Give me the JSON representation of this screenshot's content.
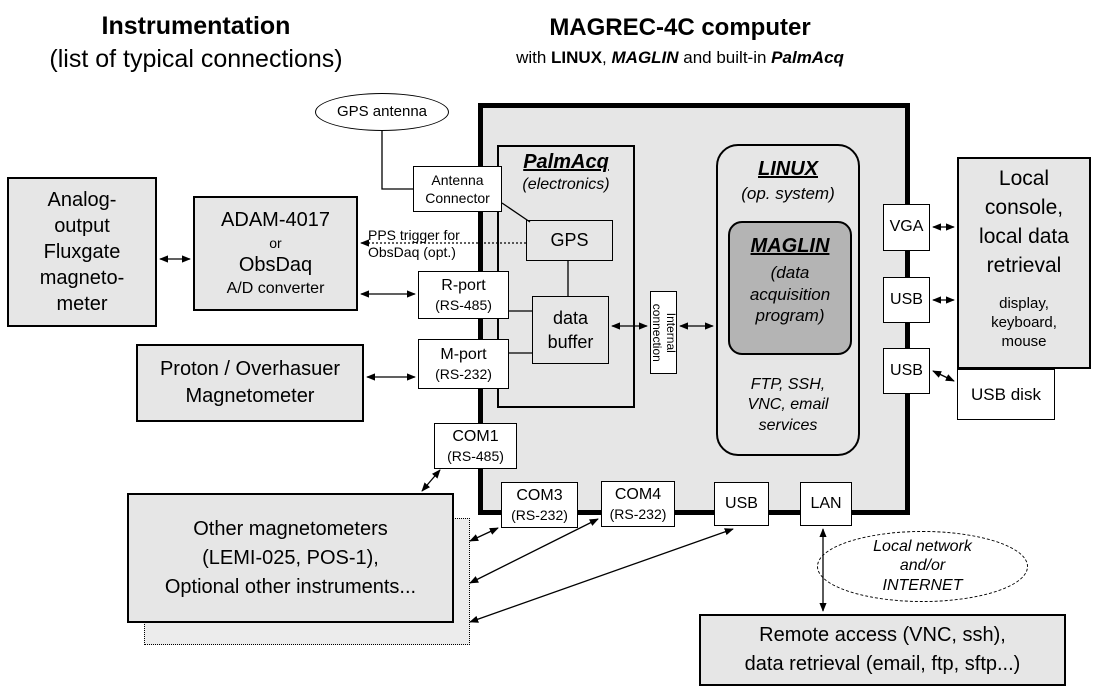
{
  "headings": {
    "instr_title": "Instrumentation",
    "instr_subtitle": "(list of typical connections)",
    "comp_title": "MAGREC-4C computer",
    "comp_sub_1": "with ",
    "comp_sub_linux": "LINUX",
    "comp_sub_2": ", ",
    "comp_sub_maglin": "MAGLIN",
    "comp_sub_3": " and built-in ",
    "comp_sub_palmacq": "PalmAcq"
  },
  "instruments": {
    "fluxgate": [
      "Analog-",
      "output",
      "Fluxgate",
      "magneto-",
      "meter"
    ],
    "adam": {
      "line1": "ADAM-4017",
      "line2": "or",
      "line3": "ObsDaq",
      "line4": "A/D converter"
    },
    "proton": [
      "Proton / Overhasuer",
      "Magnetometer"
    ],
    "other": [
      "Other magnetometers",
      "(LEMI-025, POS-1),",
      "Optional other instruments..."
    ]
  },
  "gps_antenna": "GPS antenna",
  "antenna_connector": [
    "Antenna",
    "Connector"
  ],
  "pps_trigger": [
    "PPS trigger for",
    "ObsDaq (opt.)"
  ],
  "palmacq": {
    "title": "PalmAcq",
    "subtitle": "(electronics)",
    "gps": "GPS",
    "buffer": [
      "data",
      "buffer"
    ]
  },
  "ports": {
    "r_port": {
      "name": "R-port",
      "proto": "(RS-485)"
    },
    "m_port": {
      "name": "M-port",
      "proto": "(RS-232)"
    },
    "com1": {
      "name": "COM1",
      "proto": "(RS-485)"
    },
    "com3": {
      "name": "COM3",
      "proto": "(RS-232)"
    },
    "com4": {
      "name": "COM4",
      "proto": "(RS-232)"
    },
    "usb_bottom": "USB",
    "lan": "LAN",
    "vga": "VGA",
    "usb_right_1": "USB",
    "usb_right_2": "USB"
  },
  "internal_connection": [
    "Internal",
    "connection"
  ],
  "linux": {
    "title": "LINUX",
    "subtitle": "(op. system)",
    "maglin_title": "MAGLIN",
    "maglin_desc": [
      "(data",
      "acquisition",
      "program)"
    ],
    "services": [
      "FTP, SSH,",
      "VNC, email",
      "services"
    ]
  },
  "console": {
    "lines": [
      "Local",
      "console,",
      "local data",
      "retrieval"
    ],
    "devices": [
      "display,",
      "keyboard,",
      "mouse"
    ]
  },
  "usb_disk": "USB disk",
  "network": [
    "Local network",
    "and/or",
    "INTERNET"
  ],
  "remote": [
    "Remote access (VNC, ssh),",
    "data retrieval (email, ftp, sftp...)"
  ]
}
